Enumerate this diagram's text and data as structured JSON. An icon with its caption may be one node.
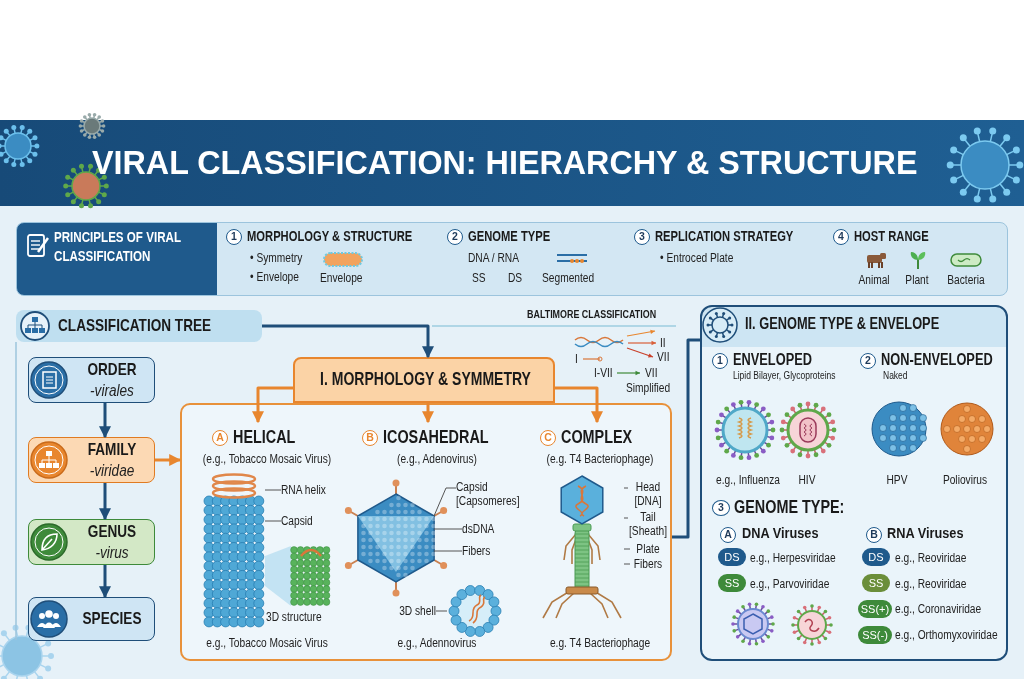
{
  "diagram": {
    "title": "VIRAL CLASSIFICATION: HIERARCHY & STRUCTURE",
    "nodes": [
      {
        "text": [
          "PRINCIPLES OF VIRAL CLASSIFICATION"
        ]
      },
      {
        "text": [
          "1",
          "MORPHOLOGY & STRUCTURE",
          "• Symmetry",
          "• Envelope",
          "Envelope"
        ],
        "in": 0
      },
      {
        "text": [
          "2",
          "GENOME TYPE",
          "DNA / RNA",
          "SS",
          "DS",
          "Segmented"
        ],
        "in": 0
      },
      {
        "text": [
          "3",
          "REPLICATION STRATEGY",
          "• Entroced Plate"
        ],
        "in": 0
      },
      {
        "text": [
          "4",
          "HOST RANGE",
          "Animal",
          "Plant",
          "Bacteria"
        ],
        "in": 0
      },
      {
        "text": [
          "CLASSIFICATION TREE"
        ]
      },
      {
        "text": [
          "ORDER",
          "-virales"
        ]
      },
      {
        "text": [
          "FAMILY",
          "-viridae"
        ]
      },
      {
        "text": [
          "GENUS",
          "-virus"
        ]
      },
      {
        "text": [
          "SPECIES"
        ]
      },
      {
        "text": [
          "I. MORPHOLOGY & SYMMETRY"
        ]
      },
      {
        "text": [],
        "shape": "box"
      },
      {
        "text": [
          "A",
          "HELICAL",
          "(e.g., Tobacco Mosaic Virus)"
        ],
        "in": 11
      },
      {
        "text": [],
        "shape": "picture",
        "in": 11,
        "beside": [
          "e.g., Tobacco Mosaic Virus"
        ]
      },
      {
        "text": [],
        "shape": "picture",
        "in": 11,
        "beside": [
          "3D structure"
        ]
      },
      {
        "text": [
          "RNA helix"
        ],
        "in": 11
      },
      {
        "text": [
          "Capsid"
        ],
        "in": 11
      },
      {
        "text": [
          "B",
          "ICOSAHEDRAL",
          "(e.g., Adenovirus)"
        ],
        "in": 11
      },
      {
        "text": [],
        "shape": "picture",
        "in": 11
      },
      {
        "text": [],
        "shape": "picture",
        "in": 11,
        "beside": [
          "e.g., Adennovirus"
        ]
      },
      {
        "text": [
          "Capsid [Capsomeres]"
        ],
        "in": 11
      },
      {
        "text": [
          "dsDNA"
        ],
        "in": 11
      },
      {
        "text": [
          "Fibers"
        ],
        "in": 11
      },
      {
        "text": [
          "3D shell"
        ],
        "in": 11
      },
      {
        "text": [
          "C",
          "COMPLEX",
          "(e.g. T4 Bacteriophage)"
        ],
        "in": 11
      },
      {
        "text": [],
        "shape": "picture",
        "in": 11,
        "beside": [
          "e.g. T4 Bacteriophage"
        ]
      },
      {
        "text": [
          "Head [DNA]"
        ],
        "in": 11
      },
      {
        "text": [
          "Tail [Sheath]"
        ],
        "in": 11
      },
      {
        "text": [
          "Plate"
        ],
        "in": 11
      },
      {
        "text": [
          "Fibers"
        ],
        "in": 11
      },
      {
        "text": [
          "II. GENOME TYPE & ENVELOPE"
        ]
      },
      {
        "text": [
          "1",
          "ENVELOPED",
          "Lipid Bilayer, Glycoproteins",
          "e.g., Influenza",
          "HIV"
        ],
        "in": 30
      },
      {
        "text": [
          "2",
          "NON-ENVELOPED",
          "Naked",
          "HPV",
          "Poliovirus"
        ],
        "in": 30
      },
      {
        "text": [
          "3",
          "GENOME TYPE:"
        ],
        "in": 30
      },
      {
        "text": [
          "A",
          "DNA Viruses",
          "DS",
          "e.g., Herpesviridae",
          "SS",
          "e.g., Parvoviridae"
        ],
        "in": 30
      },
      {
        "text": [
          "B",
          "RNA Viruses",
          "DS",
          "e.g., Reoviridae",
          "SS",
          "e.g., Reoviridae",
          "SS(+)",
          "e.g., Coronaviridae",
          "SS(-)",
          "e.g., Orthomyxoviridae"
        ],
        "in": 30
      }
    ],
    "edges": [
      {
        "from": 5,
        "to": 10,
        "arrow": "to",
        "style": "thick",
        "color": "#1f4e79"
      },
      {
        "from": 6,
        "to": 7,
        "arrow": "to",
        "style": "thick",
        "color": "#1f4e79"
      },
      {
        "from": 7,
        "to": 8,
        "arrow": "to",
        "style": "thick",
        "color": "#1f4e79"
      },
      {
        "from": 8,
        "to": 9,
        "arrow": "to",
        "style": "thick",
        "color": "#1f4e79"
      },
      {
        "from": 7,
        "to": 11,
        "arrow": "to",
        "style": "thick",
        "color": "#e8862e"
      },
      {
        "from": 10,
        "to": 12,
        "arrow": "to",
        "style": "thick",
        "color": "#e8862e"
      },
      {
        "from": 10,
        "to": 17,
        "arrow": "to",
        "style": "thick",
        "color": "#e8862e"
      },
      {
        "from": 10,
        "to": 24,
        "arrow": "to",
        "style": "thick",
        "color": "#e8862e"
      },
      {
        "from": 11,
        "to": 30,
        "arrow": "none",
        "style": "thick",
        "color": "#1f4e79"
      },
      {
        "from": 15,
        "to": 13,
        "arrow": "none"
      },
      {
        "from": 16,
        "to": 13,
        "arrow": "none"
      },
      {
        "from": 20,
        "to": 18,
        "arrow": "none"
      },
      {
        "from": 21,
        "to": 18,
        "arrow": "none"
      },
      {
        "from": 22,
        "to": 18,
        "arrow": "none"
      },
      {
        "from": 23,
        "to": 19,
        "arrow": "none"
      },
      {
        "from": 26,
        "to": 25,
        "arrow": "none"
      },
      {
        "from": 27,
        "to": 25,
        "arrow": "none"
      },
      {
        "from": 28,
        "to": 25,
        "arrow": "none"
      },
      {
        "from": 29,
        "to": 25,
        "arrow": "none"
      }
    ],
    "labels": [
      "BALTIMORE CLASSIFICATION",
      "II",
      "I",
      "VII",
      "I-VII",
      "VII",
      "Simplified"
    ]
  }
}
